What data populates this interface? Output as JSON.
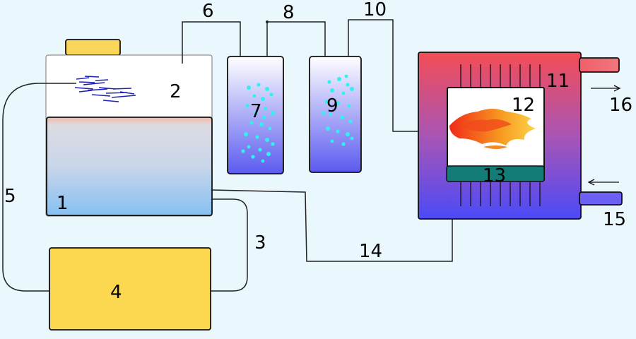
{
  "diagram": {
    "labels": {
      "l1": "1",
      "l2": "2",
      "l3": "3",
      "l4": "4",
      "l5": "5",
      "l6": "6",
      "l7": "7",
      "l8": "8",
      "l9": "9",
      "l10": "10",
      "l11": "11",
      "l12": "12",
      "l13": "13",
      "l14": "14",
      "l15": "15",
      "l16": "16"
    },
    "colors": {
      "background": "#eaf7fd",
      "lid": "#f9d65a",
      "tank_liquid_top": "#f4b7a5",
      "tank_liquid_bottom": "#86c0f2",
      "box4": "#fcd851",
      "jar_fill": "#5b5bf0",
      "bubbles": "#33f0f0",
      "furnace_top": "#f44d55",
      "furnace_bottom": "#4b4af8",
      "grate": "#137c76",
      "swirl": "#2222bb"
    },
    "icons": [
      "arrow-right-icon",
      "arrow-left-icon",
      "flame-icon",
      "bubbles-icon",
      "gas-swirl-icon"
    ]
  }
}
